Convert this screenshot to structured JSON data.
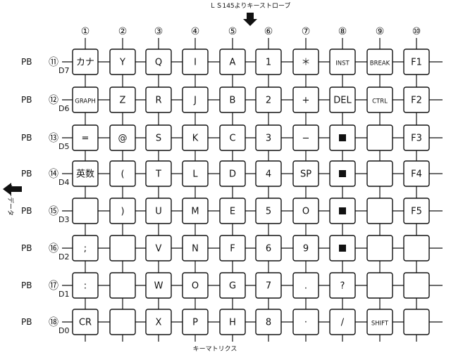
{
  "top_note": "ＬＳ145よりキーストローブ",
  "bottom_note": "キーマトリクス",
  "side_note": "キーデータ",
  "columns": [
    "①",
    "②",
    "③",
    "④",
    "⑤",
    "⑥",
    "⑦",
    "⑧",
    "⑨",
    "⑩"
  ],
  "rows": [
    {
      "num": "⑪",
      "pb": "PB",
      "d": "D7",
      "keys": [
        "カナ",
        "Y",
        "Q",
        "I",
        "A",
        "1",
        "＊",
        "INST",
        "BREAK",
        "F1"
      ]
    },
    {
      "num": "⑫",
      "pb": "PB",
      "d": "D6",
      "keys": [
        "GRAPH",
        "Z",
        "R",
        "J",
        "B",
        "2",
        "+",
        "DEL",
        "CTRL",
        "F2"
      ]
    },
    {
      "num": "⑬",
      "pb": "PB",
      "d": "D5",
      "keys": [
        "=",
        "@",
        "S",
        "K",
        "C",
        "3",
        "−",
        "■",
        "",
        "F3"
      ]
    },
    {
      "num": "⑭",
      "pb": "PB",
      "d": "D4",
      "keys": [
        "英数",
        "(",
        "T",
        "L",
        "D",
        "4",
        "SP",
        "■",
        "",
        "F4"
      ]
    },
    {
      "num": "⑮",
      "pb": "PB",
      "d": "D3",
      "keys": [
        "",
        ")",
        "U",
        "M",
        "E",
        "5",
        "O",
        "■",
        "",
        "F5"
      ]
    },
    {
      "num": "⑯",
      "pb": "PB",
      "d": "D2",
      "keys": [
        ";",
        "",
        "V",
        "N",
        "F",
        "6",
        "9",
        "■",
        "",
        ""
      ]
    },
    {
      "num": "⑰",
      "pb": "PB",
      "d": "D1",
      "keys": [
        ":",
        "",
        "W",
        "O",
        "G",
        "7",
        ".",
        "?",
        "",
        ""
      ]
    },
    {
      "num": "⑱",
      "pb": "PB",
      "d": "D0",
      "keys": [
        "CR",
        "",
        "X",
        "P",
        "H",
        "8",
        "·",
        "/",
        "SHIFT",
        ""
      ]
    }
  ]
}
